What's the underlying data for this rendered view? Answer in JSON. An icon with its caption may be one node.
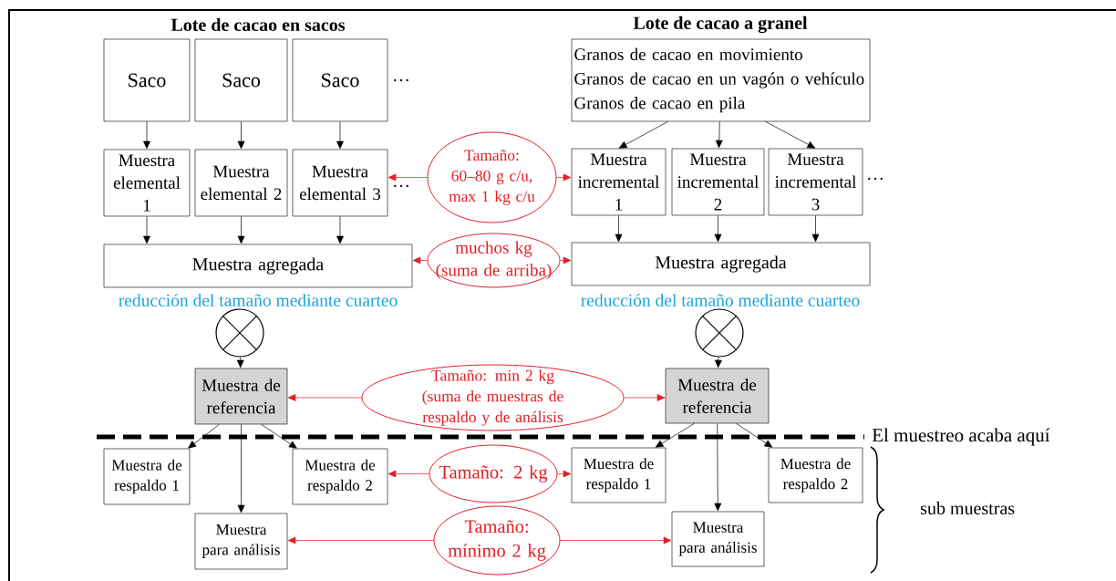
{
  "diagram": {
    "nodes": [
      {
        "text": [
          "Saco"
        ]
      },
      {
        "text": [
          "Saco"
        ]
      },
      {
        "text": [
          "Saco"
        ]
      },
      {
        "text": [
          "Granos de cacao en movimiento",
          "Granos de cacao en un vagón o vehículo",
          "Granos de cacao en pila"
        ]
      },
      {
        "text": [
          "Tamaño: 60–80 g c/u, max 1 kg c/u"
        ]
      },
      {
        "text": [
          "Muestra elemental 1"
        ]
      },
      {
        "text": [
          "Muestra elemental 2"
        ]
      },
      {
        "text": [
          "Muestra elemental 3"
        ]
      },
      {
        "text": [
          "Muestra incremental 1"
        ]
      },
      {
        "text": [
          "Muestra incremental 2"
        ]
      },
      {
        "text": [
          "Muestra incremental 3"
        ]
      },
      {
        "text": [
          "Muestra agregada"
        ]
      },
      {
        "text": [
          "muchos kg (suma de arriba)"
        ]
      },
      {
        "text": [
          "Muestra agregada"
        ]
      },
      {
        "text": [],
        "shape": "circle"
      },
      {
        "text": [],
        "shape": "circle"
      },
      {
        "text": [
          "Muestra de referencia"
        ]
      },
      {
        "text": [
          "Tamaño:  min 2 kg (suma de muestras de respaldo y de análisis"
        ]
      },
      {
        "text": [
          "Muestra de referencia"
        ]
      },
      {
        "text": [
          "Muestra de respaldo 1"
        ]
      },
      {
        "text": [
          "Muestra de respaldo 2"
        ]
      },
      {
        "text": [
          "Tamaño: 2 kg"
        ]
      },
      {
        "text": [
          "Muestra de respaldo 1"
        ]
      },
      {
        "text": [
          "Muestra de respaldo 2"
        ]
      },
      {
        "text": [
          "Muestra para análisis"
        ]
      },
      {
        "text": [
          "Tamaño: mínimo 2 kg"
        ]
      },
      {
        "text": [
          "Muestra para análisis"
        ]
      }
    ],
    "edges": [
      {
        "from": 0,
        "to": 5,
        "arrow": "to"
      },
      {
        "from": 1,
        "to": 6,
        "arrow": "to"
      },
      {
        "from": 2,
        "to": 7,
        "arrow": "to"
      },
      {
        "from": 3,
        "to": 8,
        "arrow": "to"
      },
      {
        "from": 3,
        "to": 9,
        "arrow": "to"
      },
      {
        "from": 3,
        "to": 10,
        "arrow": "to"
      },
      {
        "from": 5,
        "to": 11,
        "arrow": "to"
      },
      {
        "from": 6,
        "to": 11,
        "arrow": "to"
      },
      {
        "from": 7,
        "to": 11,
        "arrow": "to"
      },
      {
        "from": 8,
        "to": 13,
        "arrow": "to"
      },
      {
        "from": 9,
        "to": 13,
        "arrow": "to"
      },
      {
        "from": 10,
        "to": 13,
        "arrow": "to"
      },
      {
        "from": 4,
        "to": 7,
        "arrow": "to",
        "color": "#e31e24"
      },
      {
        "from": 4,
        "to": 8,
        "arrow": "to",
        "color": "#e31e24"
      },
      {
        "from": 12,
        "to": 11,
        "arrow": "to",
        "color": "#e31e24"
      },
      {
        "from": 12,
        "to": 13,
        "arrow": "to",
        "color": "#e31e24"
      },
      {
        "from": 14,
        "to": 16,
        "arrow": "to"
      },
      {
        "from": 15,
        "to": 18,
        "arrow": "to"
      },
      {
        "from": 17,
        "to": 16,
        "arrow": "to",
        "color": "#e31e24"
      },
      {
        "from": 17,
        "to": 18,
        "arrow": "to",
        "color": "#e31e24"
      },
      {
        "from": 16,
        "to": 19,
        "arrow": "to"
      },
      {
        "from": 16,
        "to": 24,
        "arrow": "to"
      },
      {
        "from": 16,
        "to": 20,
        "arrow": "to"
      },
      {
        "from": 18,
        "to": 22,
        "arrow": "to"
      },
      {
        "from": 18,
        "to": 26,
        "arrow": "to"
      },
      {
        "from": 18,
        "to": 23,
        "arrow": "to"
      },
      {
        "from": 21,
        "to": 20,
        "arrow": "to",
        "color": "#e31e24"
      },
      {
        "from": 21,
        "to": 22,
        "arrow": "to",
        "color": "#e31e24"
      },
      {
        "from": 25,
        "to": 24,
        "arrow": "to",
        "color": "#e31e24"
      },
      {
        "from": 25,
        "to": 26,
        "arrow": "to",
        "color": "#e31e24"
      }
    ],
    "labels": [
      "Lote de cacao en sacos",
      "Lote de cacao a granel",
      "…",
      "…",
      "…",
      "reducción del tamaño mediante cuarteo",
      "reducción del tamaño mediante cuarteo",
      "El muestreo acaba aquí",
      "sub muestras"
    ]
  }
}
